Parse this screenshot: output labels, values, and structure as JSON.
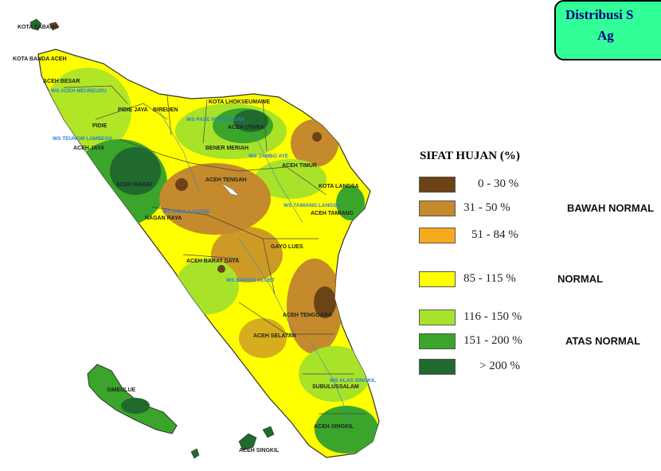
{
  "title": {
    "line1": "Distribusi S",
    "line2": "Ag"
  },
  "legend": {
    "title": "SIFAT HUJAN (%)",
    "classes": [
      {
        "range": "0 - 30 %",
        "color": "#6b4316"
      },
      {
        "range": "31 - 50 %",
        "color": "#c48a2c",
        "category": "BAWAH NORMAL"
      },
      {
        "range": "51 - 84 %",
        "color": "#f7a91c"
      },
      {
        "range": "85 - 115 %",
        "color": "#ffff00",
        "category": "NORMAL"
      },
      {
        "range": "116 - 150 %",
        "color": "#a8e32a"
      },
      {
        "range": "151 - 200 %",
        "color": "#3aa52a",
        "category": "ATAS NORMAL"
      },
      {
        "range": "> 200 %",
        "color": "#1f6a2c"
      }
    ]
  },
  "regions": [
    "KOTA SABANG",
    "KOTA BANDA ACEH",
    "ACEH BESAR",
    "PIDIE JAYA",
    "BIREUEN",
    "KOTA LHOKSEUMAWE",
    "PIDIE",
    "ACEH UTARA",
    "ACEH JAYA",
    "BENER MERIAH",
    "ACEH TIMUR",
    "ACEH TENGAH",
    "KOTA LANGSA",
    "ACEH BARAT",
    "ACEH TAMIANG",
    "NAGAN RAYA",
    "GAYO LUES",
    "ACEH BARAT DAYA",
    "ACEH TENGGARA",
    "ACEH SELATAN",
    "SIMEULUE",
    "SUBULUSSALAM",
    "ACEH SINGKIL",
    "ACEH SINGKIL"
  ],
  "river_basins": [
    "WS ACEH MEUREUDU",
    "WS PASE PEUSANGAN",
    "WS TEUNOM LAMBESO",
    "WS JAMBO AYE",
    "WS WOYLA BATEE",
    "WS TAMIANG LANGSA",
    "WS BAROSI KLUET",
    "WS ALAS SINGKIL"
  ]
}
